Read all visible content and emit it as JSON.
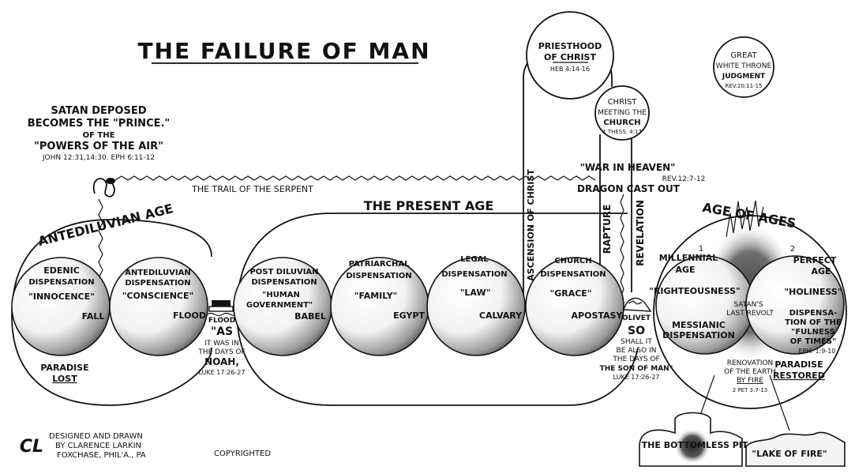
{
  "title": "THE FAILURE OF MAN",
  "satan": {
    "line1": "SATAN DEPOSED",
    "line2": "BECOMES THE \"PRINCE.\"",
    "line3": "OF THE",
    "line4": "\"POWERS OF THE AIR\"",
    "ref": "JOHN 12:31,14:30. EPH 6:11-12"
  },
  "trail": "THE TRAIL OF THE SERPENT",
  "war": {
    "line1": "\"WAR IN HEAVEN\"",
    "ref": "REV.12:7-12",
    "line2": "DRAGON CAST OUT"
  },
  "priesthood": {
    "line1": "PRIESTHOOD",
    "line2": "OF CHRIST",
    "ref": "HEB 4:14-16"
  },
  "christ_meeting": {
    "line1": "CHRIST",
    "line2": "MEETING THE",
    "line3": "CHURCH",
    "ref": "1 THESS. 4:17"
  },
  "white_throne": {
    "line1": "GREAT",
    "line2": "WHITE THRONE",
    "line3": "JUDGMENT",
    "ref": "REV.20:11-15"
  },
  "ascension": "ASCENSION OF CHRIST",
  "rapture": "RAPTURE",
  "revelation": "REVELATION",
  "antediluvian_age": {
    "title": "ANTEDILUVIAN AGE",
    "edenic": {
      "line1": "EDENIC",
      "line2": "DISPENSATION",
      "name": "\"INNOCENCE\"",
      "end": "FALL"
    },
    "antediluvian": {
      "line1": "ANTEDILUVIAN",
      "line2": "DISPENSATION",
      "name": "\"CONSCIENCE\"",
      "end": "FLOOD"
    },
    "bottom1": "PARADISE",
    "bottom2": "LOST"
  },
  "flood": {
    "label": "FLOOD",
    "as": "\"AS",
    "line1": "IT WAS IN",
    "line2": "THE DAYS OF",
    "noah": "NOAH,",
    "ref": "LUKE 17:26-27"
  },
  "present_age": {
    "title": "THE PRESENT AGE",
    "post_diluvian": {
      "line1": "POST DILUVIAN",
      "line2": "DISPENSATION",
      "name1": "\"HUMAN",
      "name2": "GOVERNMENT\"",
      "end": "BABEL"
    },
    "patriarchal": {
      "line1": "PATRIARCHAL",
      "line2": "DISPENSATION",
      "name": "\"FAMILY\"",
      "end": "EGYPT"
    },
    "legal": {
      "line1": "LEGAL",
      "line2": "DISPENSATION",
      "name": "\"LAW\"",
      "end": "CALVARY"
    },
    "church": {
      "line1": "CHURCH",
      "line2": "DISPENSATION",
      "name": "\"GRACE\"",
      "end": "APOSTASY"
    }
  },
  "olivet": {
    "label": "OLIVET",
    "so": "SO",
    "line1": "SHALL IT",
    "line2": "BE ALSO IN",
    "line3": "THE DAYS OF",
    "son": "THE SON OF MAN\"",
    "ref": "LUKE 17:26-27"
  },
  "age_of_ages": {
    "title": "AGE OF AGES",
    "millennial": {
      "num": "1",
      "line1": "MILLENNIAL",
      "line2": "AGE",
      "name": "\"RIGHTEOUSNESS\"",
      "note1": "SATAN'S",
      "note2": "LAST REVOLT",
      "bottom1": "MESSIANIC",
      "bottom2": "DISPENSATION"
    },
    "perfect": {
      "num": "2",
      "line1": "PERFECT",
      "line2": "AGE",
      "name": "\"HOLINESS\"",
      "d1": "DISPENSA-",
      "d2": "TION OF THE",
      "d3": "\"FULNESS",
      "d4": "OF TIMES\"",
      "ref": "EPH. 1:9-10"
    },
    "renovation": {
      "line1": "RENOVATION",
      "line2": "OF THE EARTH",
      "line3": "BY FIRE",
      "ref": "2 PET 3:7-13"
    },
    "paradise1": "PARADISE",
    "paradise2": "RESTORED"
  },
  "pit": "THE BOTTOMLESS PIT",
  "lake": "\"LAKE OF FIRE\"",
  "credits": {
    "monogram": "CL",
    "line1": "DESIGNED AND DRAWN",
    "line2": "BY CLARENCE LARKIN",
    "line3": "FOXCHASE, PHIL'A., PA"
  },
  "copyright": "COPYRIGHTED"
}
